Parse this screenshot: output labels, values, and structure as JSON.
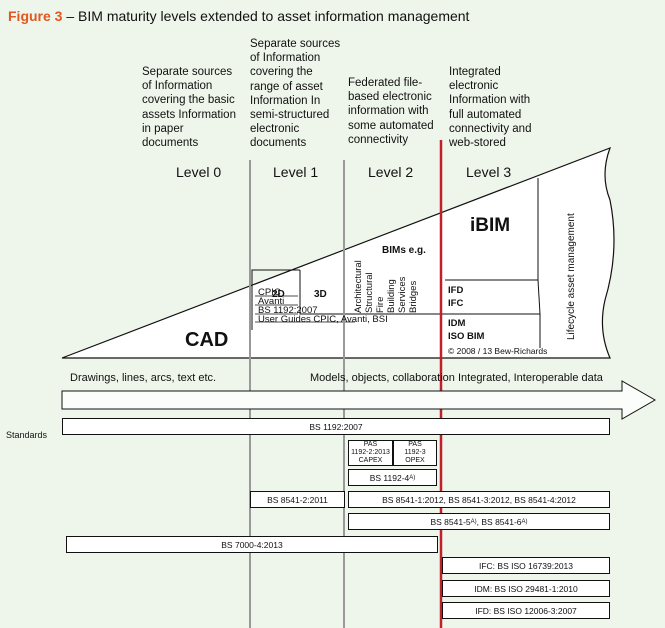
{
  "caption": {
    "figure": "Figure 3",
    "title": " – BIM maturity levels extended to asset information management"
  },
  "descriptions": {
    "level0": "Separate sources\nof Information\ncovering the basic\nassets Information\nin paper\ndocuments",
    "level1": "Separate sources\nof Information\ncovering the\nrange of asset\nInformation In\nsemi-structured\nelectronic\ndocuments",
    "level2": "Federated file-\nbased electronic\ninformation with\nsome automated\nconnectivity",
    "level3": "Integrated\nelectronic\nInformation with\nfull automated\nconnectivity and\nweb-stored"
  },
  "levels": [
    "Level 0",
    "Level 1",
    "Level 2",
    "Level 3"
  ],
  "triangle": {
    "cad": "CAD",
    "d2": "2D",
    "d3": "3D",
    "bims_eg": "BIMs e.g.",
    "bim_types": [
      "Architectural",
      "Structural",
      "Fire",
      "Building",
      "Services",
      "Bridges"
    ],
    "ibim": "iBIM",
    "ifd": "IFD",
    "ifc": "IFC",
    "idm": "IDM",
    "iso_bim": "ISO BIM",
    "copyright": "© 2008 / 13 Bew-Richards",
    "level1_items": [
      "CPIC",
      "Avanti",
      "BS 1192:2007",
      "User Guides CPIC, Avanti, BSI"
    ],
    "lifecycle": "Lifecycle asset management"
  },
  "arrow_labels": {
    "left": "Drawings, lines, arcs, text etc.",
    "right": "Models, objects, collaboration Integrated, Interoperable data"
  },
  "standards_label": "Standards",
  "standards": {
    "bs1192": "BS 1192:2007",
    "pas1": "PAS\n1192-2:2013\nCAPEX",
    "pas2": "PAS\n1192-3\nOPEX",
    "bs1192_4": "BS 1192-4",
    "bs1192_4_sup": "A)",
    "bs8541_2": "BS 8541-2:2011",
    "bs8541_multi": "BS 8541-1:2012, BS 8541-3:2012, BS 8541-4:2012",
    "bs8541_5": "BS 8541-5",
    "bs8541_5_sup": "A)",
    "bs8541_6": ",  BS 8541-6",
    "bs8541_6_sup": "A)",
    "bs7000": "BS 7000-4:2013",
    "ifc": "IFC: BS ISO 16739:2013",
    "idm": "IDM: BS ISO 29481-1:2010",
    "ifd": "IFD: BS ISO 12006-3:2007"
  },
  "colors": {
    "background": "#eef5ea",
    "caption_accent": "#e0581f",
    "level_divider": "#999999",
    "level3_divider": "#c0202a"
  }
}
